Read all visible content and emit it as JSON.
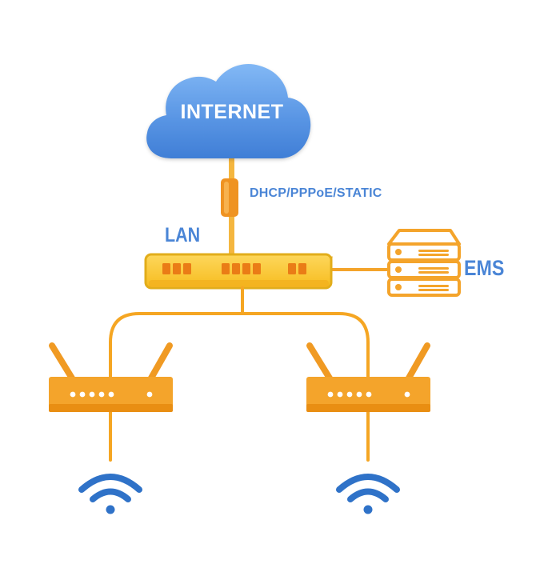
{
  "diagram": {
    "internet_label": "INTERNET",
    "protocol_label": "DHCP/PPPoE/STATIC",
    "lan_label": "LAN",
    "ems_label": "EMS"
  },
  "colors": {
    "cloud_fill": "#4f8fe0",
    "cloud_fill_light": "#7fb6f4",
    "label_blue": "#4a85d6",
    "switch_fill": "#fcc835",
    "switch_stroke": "#e2ad1b",
    "port_orange": "#ea7c16",
    "line_orange": "#f5a623",
    "router_fill": "#f4a42b",
    "router_dark": "#e98e12",
    "ems_stroke": "#f4a42b",
    "wifi_blue": "#2f72c8"
  },
  "icons": {
    "internet": "cloud-icon",
    "switch": "switch-icon",
    "server": "server-icon",
    "routers": [
      "router-icon",
      "router-icon"
    ],
    "wifi": [
      "wifi-icon",
      "wifi-icon"
    ]
  }
}
